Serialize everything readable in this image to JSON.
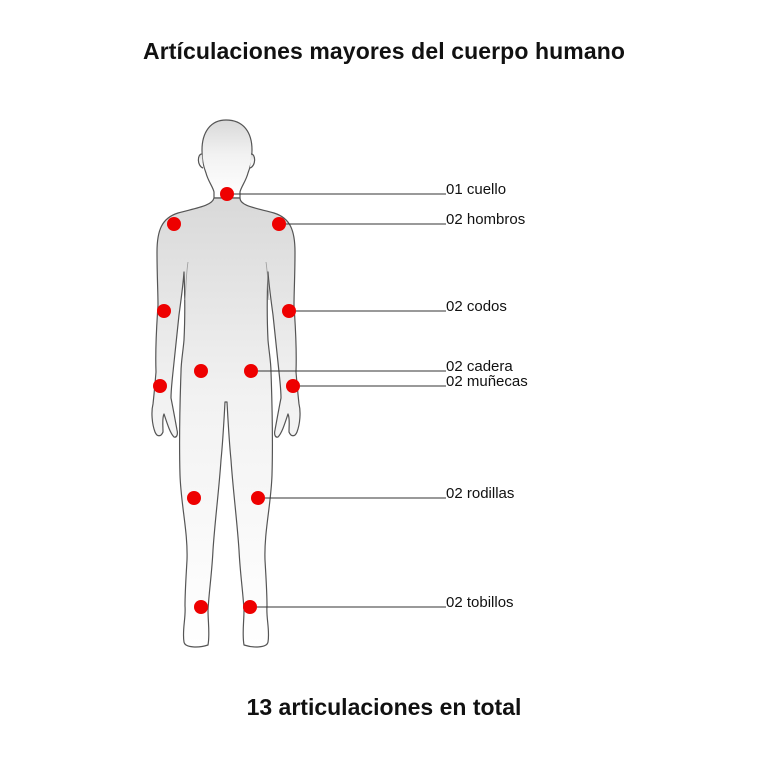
{
  "title": "Artículaciones mayores del cuerpo humano",
  "footer": "13 articulaciones en total",
  "colors": {
    "joint": "#ee0000",
    "body_fill": "#e6e6e6",
    "body_stroke": "#555555",
    "leader": "#333333"
  },
  "labels": {
    "neck": "01 cuello",
    "shoulders": "02 hombros",
    "elbows": "02 codos",
    "hips": "02 cadera",
    "wrists": "02 muñecas",
    "knees": "02 rodillas",
    "ankles": "02 tobillos"
  }
}
